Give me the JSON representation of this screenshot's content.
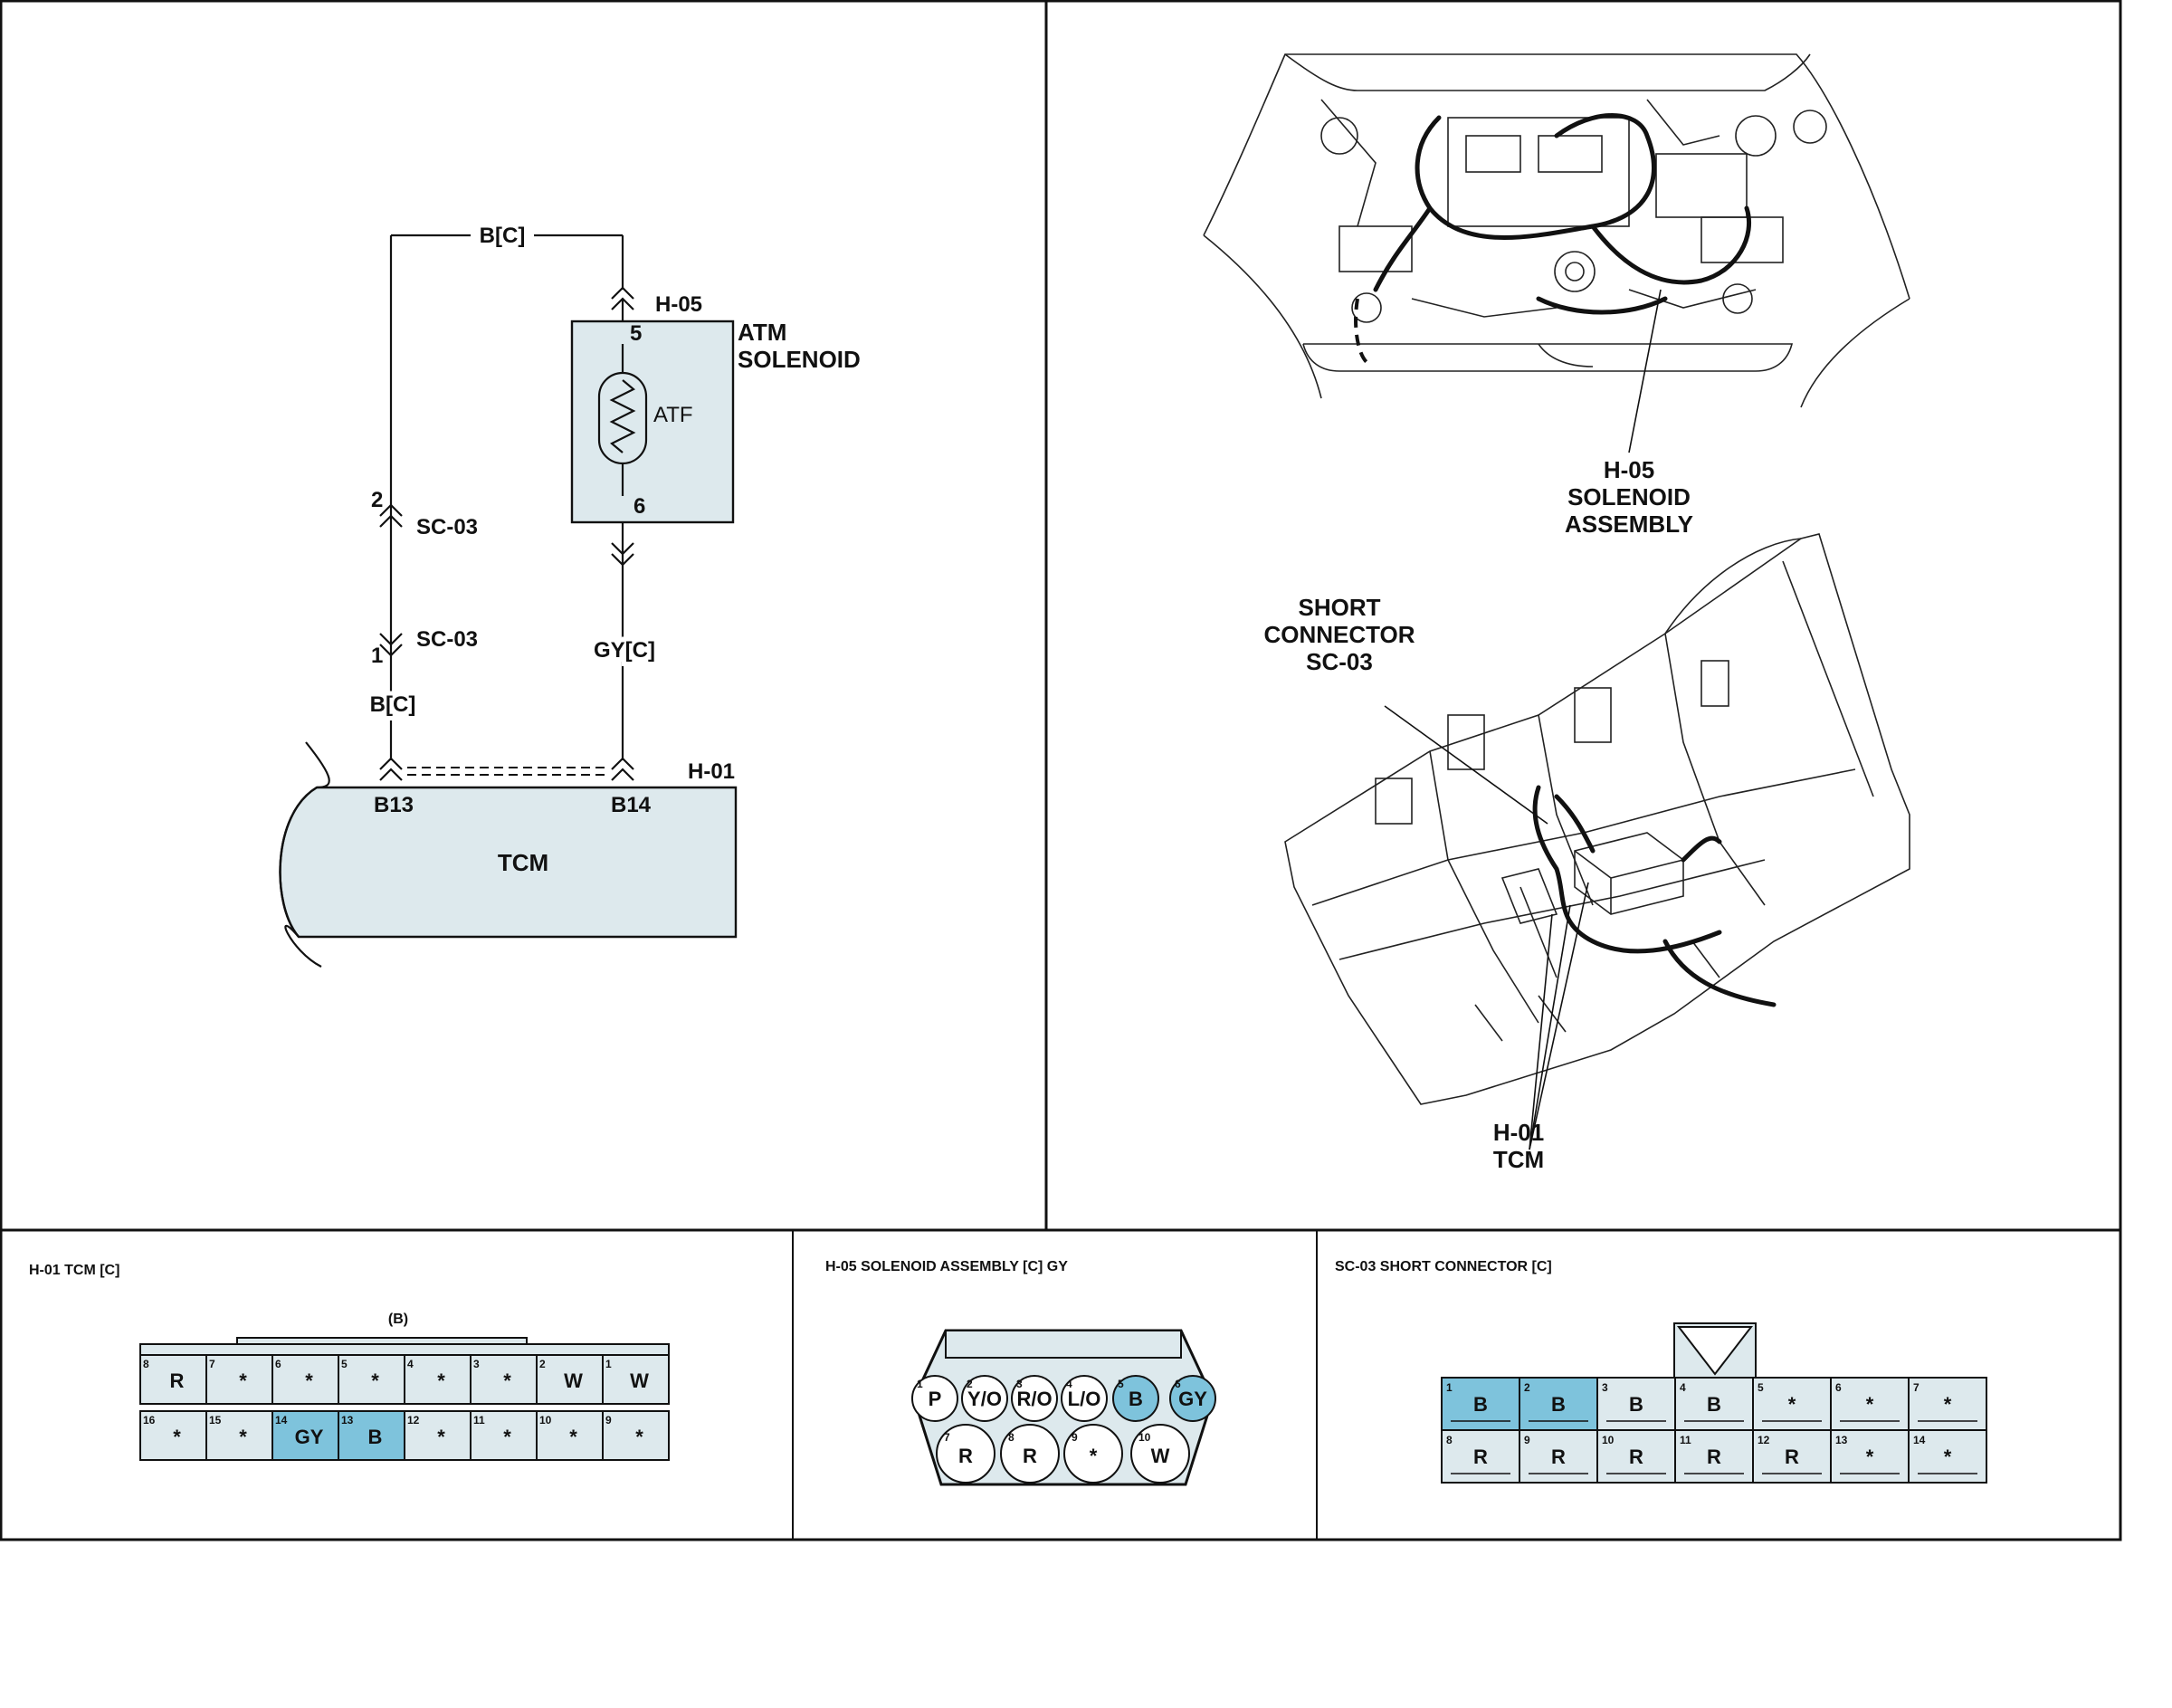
{
  "schematic": {
    "top_wire": "B[C]",
    "connector_h05": "H-05",
    "atm_solenoid": [
      "ATM",
      "SOLENOID"
    ],
    "pin_5": "5",
    "pin_6": "6",
    "atf": "ATF",
    "sc03_pin2": "2",
    "sc03_upper": "SC-03",
    "sc03_lower": "SC-03",
    "sc03_pin1": "1",
    "wire_gy": "GY[C]",
    "wire_b": "B[C]",
    "connector_h01": "H-01",
    "pin_b13": "B13",
    "pin_b14": "B14",
    "tcm": "TCM"
  },
  "locations": {
    "h05_callout": [
      "H-05",
      "SOLENOID",
      "ASSEMBLY"
    ],
    "sc03_callout": [
      "SHORT",
      "CONNECTOR",
      "SC-03"
    ],
    "h01_callout": [
      "H-01",
      "TCM"
    ]
  },
  "connectors": {
    "highlight_color": "#7ec3dc",
    "h01": {
      "title": "H-01 TCM [C]",
      "tab_label": "(B)",
      "rows": [
        [
          {
            "n": "8",
            "c": "R"
          },
          {
            "n": "7",
            "c": "*"
          },
          {
            "n": "6",
            "c": "*"
          },
          {
            "n": "5",
            "c": "*"
          },
          {
            "n": "4",
            "c": "*"
          },
          {
            "n": "3",
            "c": "*"
          },
          {
            "n": "2",
            "c": "W"
          },
          {
            "n": "1",
            "c": "W"
          }
        ],
        [
          {
            "n": "16",
            "c": "*"
          },
          {
            "n": "15",
            "c": "*"
          },
          {
            "n": "14",
            "c": "GY",
            "hl": true
          },
          {
            "n": "13",
            "c": "B",
            "hl": true
          },
          {
            "n": "12",
            "c": "*"
          },
          {
            "n": "11",
            "c": "*"
          },
          {
            "n": "10",
            "c": "*"
          },
          {
            "n": "9",
            "c": "*"
          }
        ]
      ]
    },
    "h05": {
      "title": "H-05 SOLENOID ASSEMBLY [C] GY",
      "top_row": [
        {
          "n": "1",
          "c": "P"
        },
        {
          "n": "2",
          "c": "Y/O"
        },
        {
          "n": "3",
          "c": "R/O"
        },
        {
          "n": "4",
          "c": "L/O"
        },
        {
          "n": "5",
          "c": "B",
          "hl": true
        },
        {
          "n": "6",
          "c": "GY",
          "hl": true
        }
      ],
      "bottom_row": [
        {
          "n": "7",
          "c": "R"
        },
        {
          "n": "8",
          "c": "R"
        },
        {
          "n": "9",
          "c": "*"
        },
        {
          "n": "10",
          "c": "W"
        }
      ]
    },
    "sc03": {
      "title": "SC-03 SHORT CONNECTOR [C]",
      "rows": [
        [
          {
            "n": "1",
            "c": "B",
            "hl": true
          },
          {
            "n": "2",
            "c": "B",
            "hl": true
          },
          {
            "n": "3",
            "c": "B"
          },
          {
            "n": "4",
            "c": "B"
          },
          {
            "n": "5",
            "c": "*"
          },
          {
            "n": "6",
            "c": "*"
          },
          {
            "n": "7",
            "c": "*"
          }
        ],
        [
          {
            "n": "8",
            "c": "R"
          },
          {
            "n": "9",
            "c": "R"
          },
          {
            "n": "10",
            "c": "R"
          },
          {
            "n": "11",
            "c": "R"
          },
          {
            "n": "12",
            "c": "R"
          },
          {
            "n": "13",
            "c": "*"
          },
          {
            "n": "14",
            "c": "*"
          }
        ]
      ]
    }
  }
}
